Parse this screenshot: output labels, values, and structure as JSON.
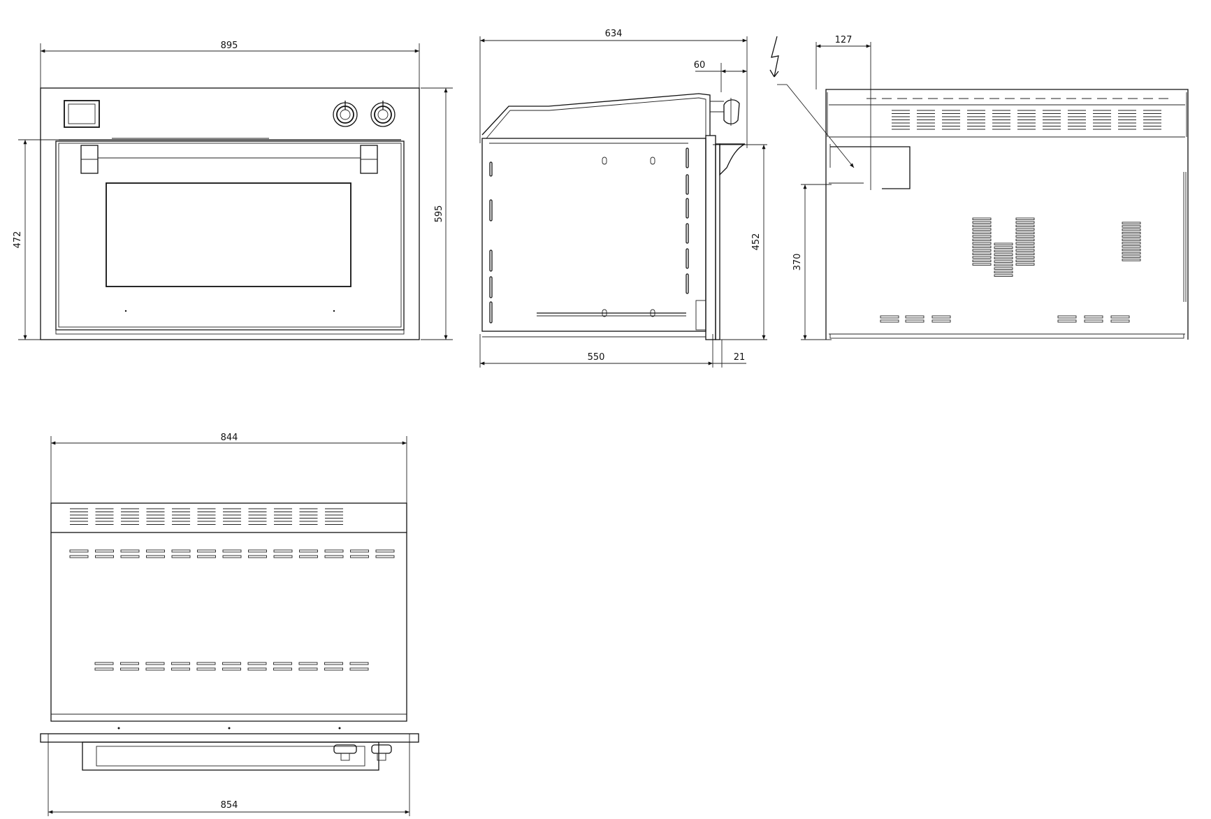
{
  "drawing": {
    "dimensions": {
      "front_width": "895",
      "front_height": "595",
      "door_height": "472",
      "side_depth": "634",
      "side_back": "60",
      "side_height": "452",
      "side_body_depth": "550",
      "side_front": "21",
      "rear_offset": "127",
      "rear_height": "370",
      "top_width": "844",
      "top_front_width": "854"
    }
  }
}
